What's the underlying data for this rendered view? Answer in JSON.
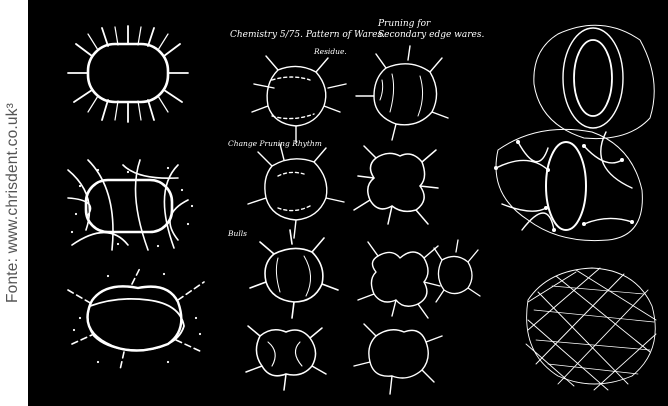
{
  "credit": {
    "text": "Fonte: www.chrisdent.co.uk³"
  },
  "sketch": {
    "notes": {
      "n1": "Chemistry 5/75. Pattern of Wares.",
      "n2": "Pruning for",
      "n3": "Secondary edge wares.",
      "n4": "Residue.",
      "n5": "Change Pruning Rhythm",
      "n6": "Bulls"
    }
  },
  "colors": {
    "board": "#000000",
    "ink": "#ffffff",
    "credit_text": "#555555"
  }
}
